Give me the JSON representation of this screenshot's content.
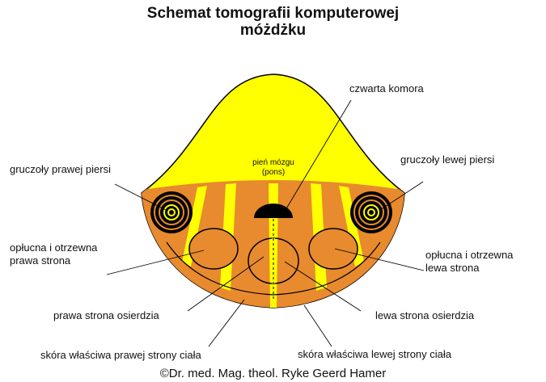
{
  "title": {
    "line1": "Schemat tomografii komputerowej",
    "line2": "móżdżku"
  },
  "labels": {
    "fourth_ventricle": "czwarta komora",
    "brainstem_line1": "pień  mózgu",
    "brainstem_line2": "(pons)",
    "right_breast_glands": "gruczoły prawej piersi",
    "left_breast_glands": "gruczoły lewej piersi",
    "right_pleura_line1": "opłucna i otrzewna",
    "right_pleura_line2": "prawa strona",
    "left_pleura_line1": "opłucna i otrzewna",
    "left_pleura_line2": "lewa strona",
    "right_pericardium": "prawa strona osierdzia",
    "left_pericardium": "lewa strona osierdzia",
    "right_dermis": "skóra właściwa prawej strony ciała",
    "left_dermis": "skóra właściwa lewej strony ciała"
  },
  "copyright": "©Dr. med. Mag. theol. Ryke Geerd Hamer",
  "colors": {
    "yellow": "#ffff00",
    "orange": "#e88a2e",
    "outline": "#000000"
  }
}
